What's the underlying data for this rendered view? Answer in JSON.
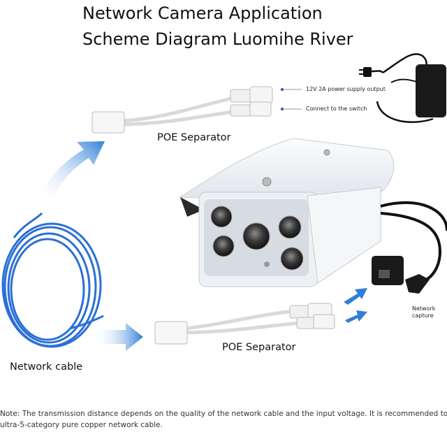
{
  "title": {
    "line1": "Network Camera Application",
    "line2": "Scheme Diagram Luomihe River"
  },
  "labels": {
    "poe_top": "POE Separator",
    "poe_bottom": "POE Separator",
    "network_cable": "Network cable",
    "power_output": "12V 2A power supply output",
    "connect_switch": "Connect to the switch",
    "network_capture_1": "Network",
    "network_capture_2": "capture"
  },
  "note": {
    "line1": "Note: The transmission distance depends on the quality of the network cable and the input voltage. It is recommended to use an",
    "line2": "ultra-5-category pure copper network cable."
  },
  "colors": {
    "arrow_blue": "#2f7fd8",
    "cable_blue": "#2a6fd6"
  }
}
